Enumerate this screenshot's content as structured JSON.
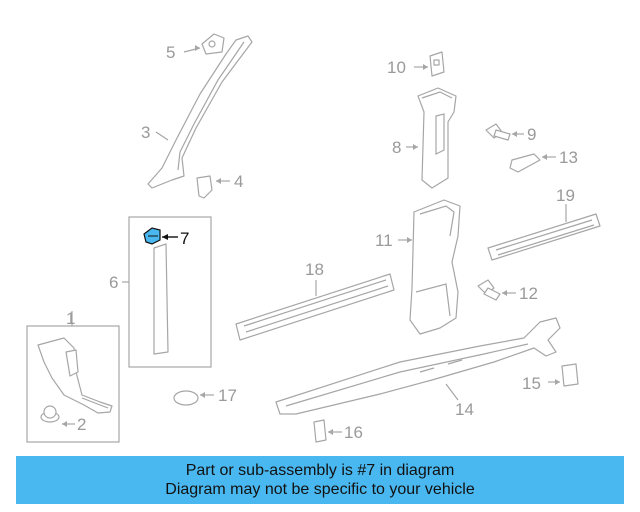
{
  "diagram": {
    "labels": [
      {
        "id": "1",
        "text": "1"
      },
      {
        "id": "2",
        "text": "2"
      },
      {
        "id": "3",
        "text": "3"
      },
      {
        "id": "4",
        "text": "4"
      },
      {
        "id": "5",
        "text": "5"
      },
      {
        "id": "6",
        "text": "6"
      },
      {
        "id": "7",
        "text": "7"
      },
      {
        "id": "8",
        "text": "8"
      },
      {
        "id": "9",
        "text": "9"
      },
      {
        "id": "10",
        "text": "10"
      },
      {
        "id": "11",
        "text": "11"
      },
      {
        "id": "12",
        "text": "12"
      },
      {
        "id": "13",
        "text": "13"
      },
      {
        "id": "14",
        "text": "14"
      },
      {
        "id": "15",
        "text": "15"
      },
      {
        "id": "16",
        "text": "16"
      },
      {
        "id": "17",
        "text": "17"
      },
      {
        "id": "18",
        "text": "18"
      },
      {
        "id": "19",
        "text": "19"
      }
    ],
    "highlighted_part": "7"
  },
  "banner": {
    "line1": "Part or sub-assembly is #7 in diagram",
    "line2": "Diagram may not be specific to your vehicle",
    "background": "#4ab8f0"
  },
  "colors": {
    "line": "#a6a6a6",
    "label": "#9a9a9a",
    "highlight_fill": "#4ab8f0",
    "highlight_text": "#111111"
  }
}
